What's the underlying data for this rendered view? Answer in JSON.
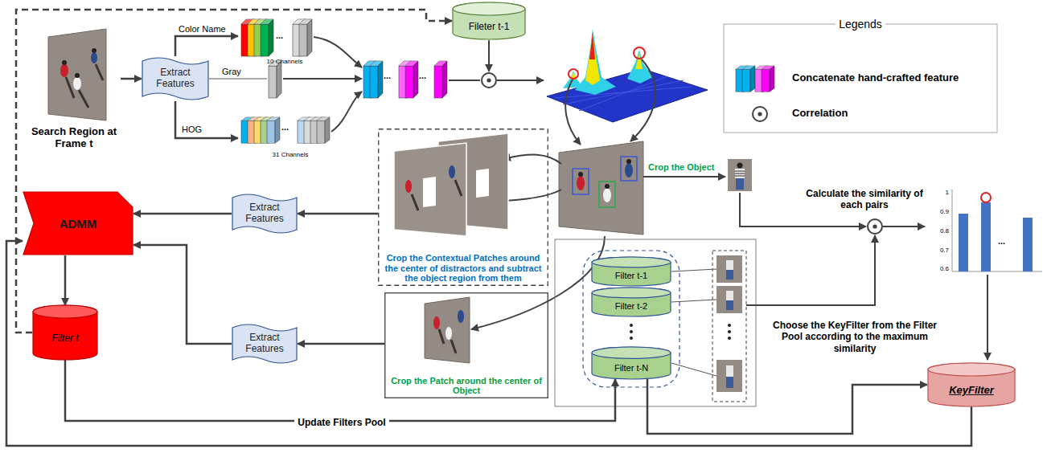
{
  "diagram": {
    "nodes": [
      {
        "text": [
          "Search Region at Frame t"
        ]
      },
      {
        "text": [
          "Extract Features"
        ]
      },
      {
        "text": [
          "10 Channels"
        ]
      },
      {
        "text": [
          "31 Channels"
        ]
      },
      {
        "text": [
          "Fileter t-1"
        ]
      },
      {
        "text": [
          "Crop the Contextual Patches around the center of distractors and subtract the object region from them"
        ]
      },
      {
        "text": [
          "Crop the Patch around the center of Object"
        ]
      },
      {
        "text": [
          "Extract Features"
        ]
      },
      {
        "text": [
          "Extract Features"
        ]
      },
      {
        "text": [
          "ADMM"
        ]
      },
      {
        "text": [
          "Filter t"
        ]
      },
      {
        "text": [
          "Filter t-1"
        ]
      },
      {
        "text": [
          "Filter t-2"
        ]
      },
      {
        "text": [
          "Filter t-N"
        ]
      },
      {
        "text": [
          "KeyFilter"
        ]
      }
    ],
    "edges": [
      {
        "from": 0,
        "to": 1,
        "arrow": "to"
      },
      {
        "from": 1,
        "to": 2,
        "label": "Color Name",
        "arrow": "to"
      },
      {
        "from": 1,
        "to": 3,
        "label": "HOG",
        "arrow": "to"
      },
      {
        "from": 10,
        "to": 4,
        "arrow": "to"
      },
      {
        "from": 5,
        "to": 7,
        "arrow": "to"
      },
      {
        "from": 7,
        "to": 9,
        "arrow": "to"
      },
      {
        "from": 6,
        "to": 8,
        "arrow": "to"
      },
      {
        "from": 8,
        "to": 9,
        "arrow": "to"
      },
      {
        "from": 9,
        "to": 10,
        "arrow": "to"
      },
      {
        "from": 10,
        "to": 13,
        "label": "Update Filters Pool",
        "arrow": "to"
      },
      {
        "from": 13,
        "to": 14,
        "arrow": "to"
      },
      {
        "from": 14,
        "to": 9,
        "arrow": "to"
      }
    ],
    "labels": [
      "Gray",
      "...",
      "...",
      "...",
      "...",
      "Crop the Object",
      "Calculate the similarity of each pairs",
      "1",
      "0.9",
      "0.8",
      "0.7",
      "0.6",
      "...",
      "Choose the KeyFilter from the Filter Pool according to the maximum similarity",
      "Legends"
    ],
    "legend": [
      {
        "text": "Concatenate hand-crafted feature"
      },
      {
        "text": "Correlation"
      }
    ]
  }
}
